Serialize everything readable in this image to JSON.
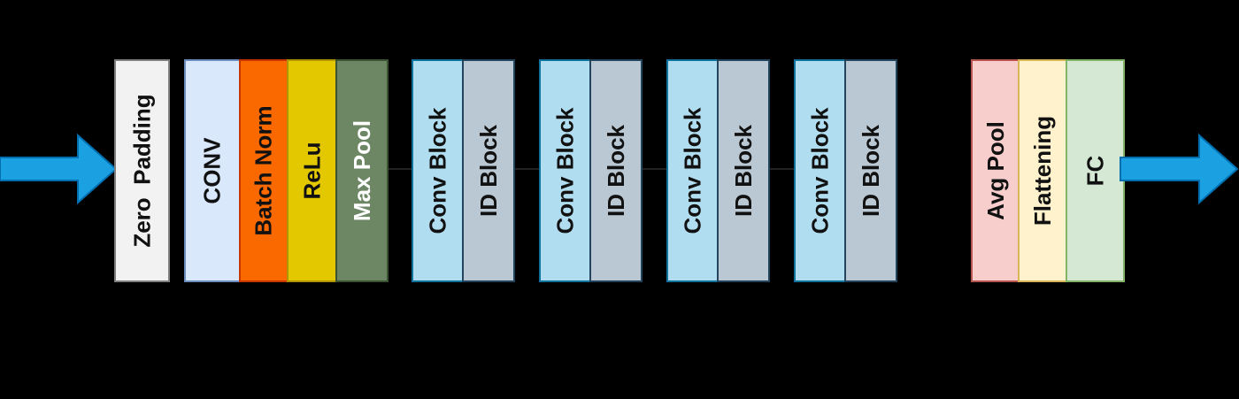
{
  "stages": {
    "zero_padding": {
      "label": "Zero  Padding",
      "color": "#f2f2f2",
      "border": "#7f7f7f",
      "text_color": "#111111"
    },
    "stage1": [
      {
        "label": "CONV",
        "color": "#dae8fc",
        "border": "#6c8ebf",
        "text_color": "#111111"
      },
      {
        "label": "Batch Norm",
        "color": "#fa6800",
        "border": "#c73500",
        "text_color": "#111111"
      },
      {
        "label": "ReLu",
        "color": "#e3c800",
        "border": "#b09500",
        "text_color": "#111111"
      },
      {
        "label": "Max Pool",
        "color": "#6d8764",
        "border": "#3a5431",
        "text_color": "#ffffff"
      }
    ],
    "res_stages": [
      {
        "conv": "Conv Block",
        "id": "ID Block"
      },
      {
        "conv": "Conv Block",
        "id": "ID Block"
      },
      {
        "conv": "Conv Block",
        "id": "ID Block"
      },
      {
        "conv": "Conv Block",
        "id": "ID Block"
      }
    ],
    "final": [
      {
        "label": "Avg Pool",
        "color": "#f8cecc",
        "border": "#b85450",
        "text_color": "#111111"
      },
      {
        "label": "Flattening",
        "color": "#fff2cc",
        "border": "#d6b656",
        "text_color": "#111111"
      },
      {
        "label": "FC",
        "color": "#d5e8d4",
        "border": "#82b366",
        "text_color": "#111111"
      }
    ]
  },
  "colors": {
    "conv_block": "#b1ddf0",
    "conv_block_border": "#10739e",
    "id_block": "#bac8d3",
    "id_block_border": "#23445d",
    "arrow_fill": "#1ba1e2",
    "arrow_stroke": "#006eaf"
  }
}
